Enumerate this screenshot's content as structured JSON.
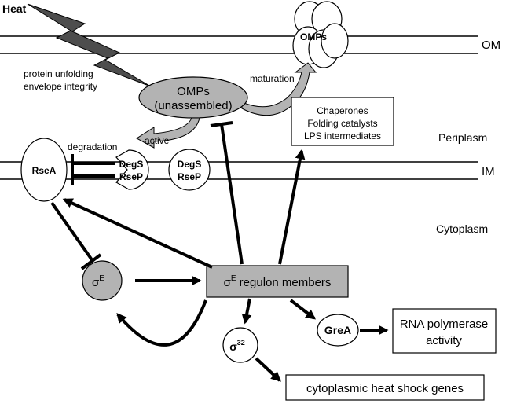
{
  "labels": {
    "heat": "Heat",
    "protein_unfolding": "protein unfolding",
    "envelope_integrity": "envelope integrity",
    "om": "OM",
    "im": "IM",
    "periplasm": "Periplasm",
    "cytoplasm": "Cytoplasm",
    "maturation": "maturation",
    "degradation": "degradation",
    "active": "active"
  },
  "nodes": {
    "omps_top": "OMPs",
    "omps_unassembled_line1": "OMPs",
    "omps_unassembled_line2": "(unassembled)",
    "chaperones_line1": "Chaperones",
    "chaperones_line2": "Folding catalysts",
    "chaperones_line3": "LPS intermediates",
    "rsea": "RseA",
    "degs_cut_line1": "DegS",
    "degs_cut_line2": "RseP",
    "degs_whole_line1": "DegS",
    "degs_whole_line2": "RseP",
    "sigma_e_symbol": "σ",
    "sigma_e_sup": "E",
    "regulon_symbol": "σ",
    "regulon_sup": "E",
    "regulon_text": " regulon members",
    "sigma32_symbol": "σ",
    "sigma32_sup": "32",
    "grea": "GreA",
    "rnap_line1": "RNA polymerase",
    "rnap_line2": "activity",
    "heat_shock_genes": "cytoplasmic heat shock genes"
  },
  "colors": {
    "gray_fill": "#b3b3b3",
    "bolt_fill": "#4d4d4d",
    "arrow": "#000000"
  }
}
